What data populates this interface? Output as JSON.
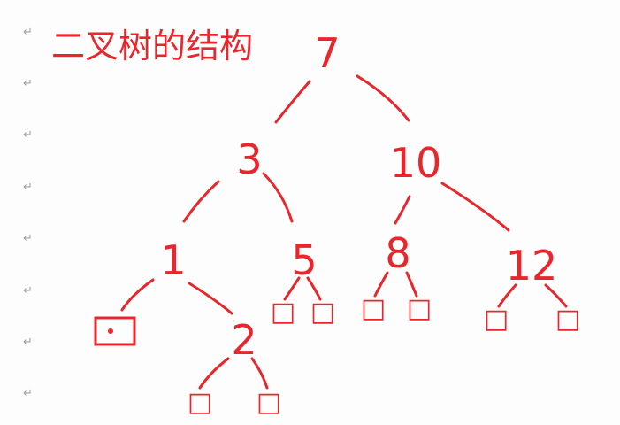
{
  "title": "二叉树的结构",
  "paragraph_mark": "↵",
  "ink_color": "#e8262c",
  "tree": {
    "nodes": [
      {
        "id": "n7",
        "label": "7"
      },
      {
        "id": "n3",
        "label": "3"
      },
      {
        "id": "n10",
        "label": "10"
      },
      {
        "id": "n1",
        "label": "1"
      },
      {
        "id": "n5",
        "label": "5"
      },
      {
        "id": "n8",
        "label": "8"
      },
      {
        "id": "n12",
        "label": "12"
      },
      {
        "id": "n2",
        "label": "2"
      },
      {
        "id": "l5a",
        "label": "□"
      },
      {
        "id": "l5b",
        "label": "□"
      },
      {
        "id": "l8a",
        "label": "□"
      },
      {
        "id": "l8b",
        "label": "□"
      },
      {
        "id": "l12a",
        "label": "□"
      },
      {
        "id": "l12b",
        "label": "□"
      },
      {
        "id": "l2a",
        "label": "□"
      },
      {
        "id": "l2b",
        "label": "□"
      }
    ],
    "null_boxes": [
      {
        "id": "nb1",
        "marked": true
      }
    ]
  }
}
